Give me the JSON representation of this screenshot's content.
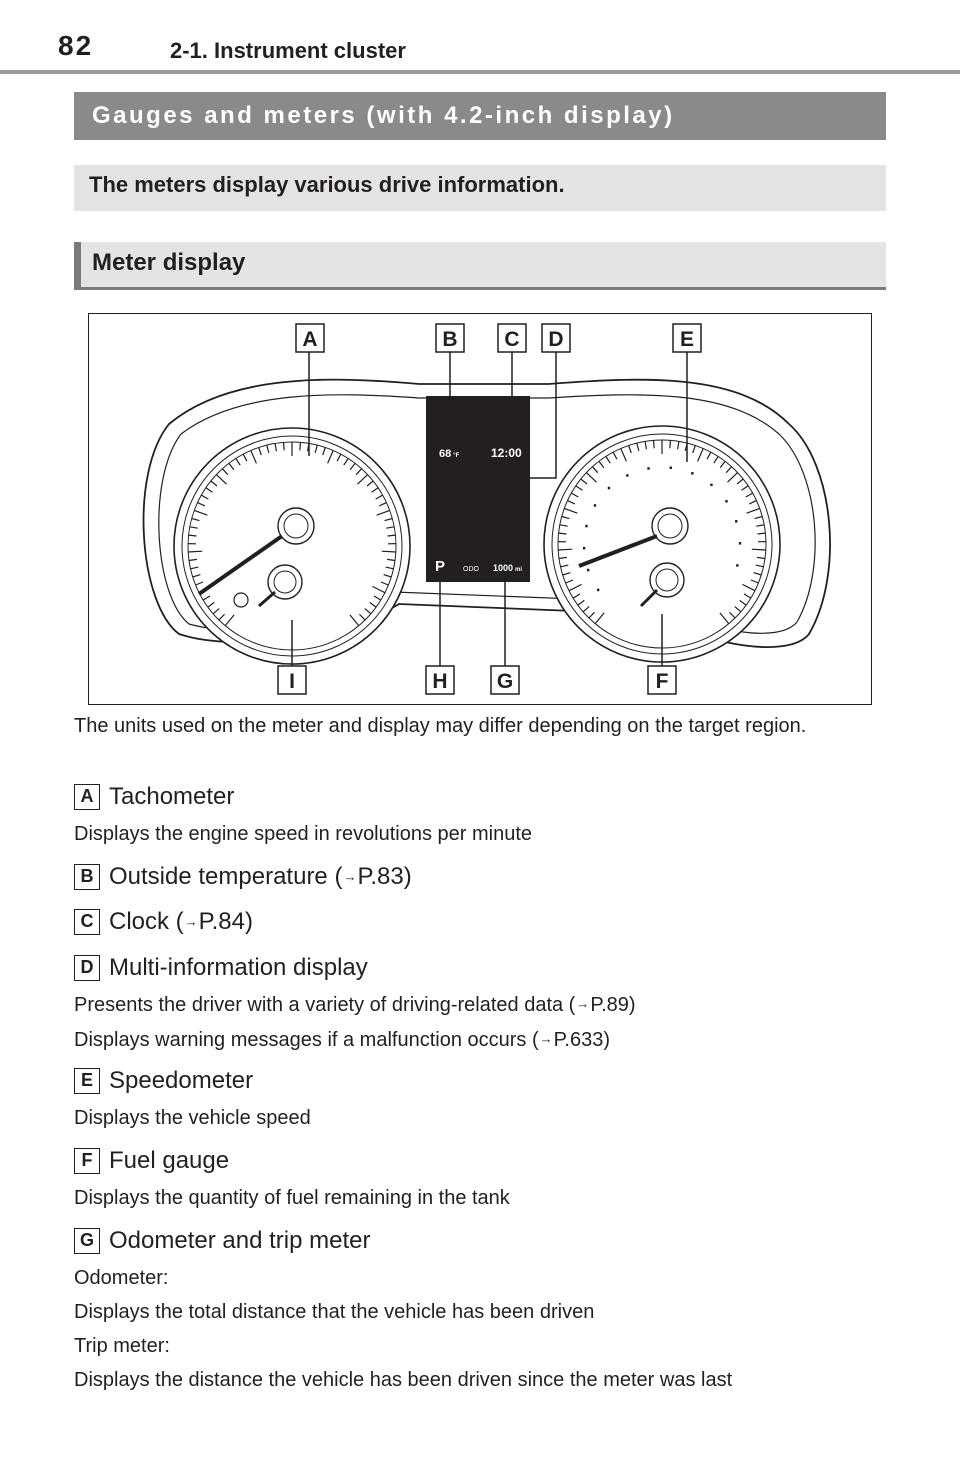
{
  "header": {
    "page_number": "82",
    "section": "2-1. Instrument cluster"
  },
  "title": "Gauges and meters (with 4.2-inch display)",
  "intro": "The meters display various drive information.",
  "subsection": "Meter display",
  "figure": {
    "callouts_top": [
      "A",
      "B",
      "C",
      "D",
      "E"
    ],
    "callouts_bottom": [
      "I",
      "H",
      "G",
      "F"
    ],
    "display": {
      "temperature": "68",
      "temperature_unit": "°F",
      "clock": "12:00",
      "gear": "P",
      "odo_label": "ODO",
      "odometer": "1000",
      "odometer_unit": "mi"
    }
  },
  "note": "The units used on the meter and display may differ depending on the target region.",
  "items": [
    {
      "letter": "A",
      "label": "Tachometer",
      "desc": [
        "Displays the engine speed in revolutions per minute"
      ]
    },
    {
      "letter": "B",
      "label": "Outside temperature (",
      "ref": "P.83",
      "close": ")"
    },
    {
      "letter": "C",
      "label": "Clock (",
      "ref": "P.84",
      "close": ")"
    },
    {
      "letter": "D",
      "label": "Multi-information display",
      "desc1": "Presents the driver with a variety of driving-related data (",
      "desc1_ref": "P.89",
      "desc1_close": ")",
      "desc2": "Displays warning messages if a malfunction occurs (",
      "desc2_ref": "P.633",
      "desc2_close": ")"
    },
    {
      "letter": "E",
      "label": "Speedometer",
      "desc": [
        "Displays the vehicle speed"
      ]
    },
    {
      "letter": "F",
      "label": "Fuel gauge",
      "desc": [
        "Displays the quantity of fuel remaining in the tank"
      ]
    },
    {
      "letter": "G",
      "label": "Odometer and trip meter",
      "desc": [
        "Odometer:",
        "Displays the total distance that the vehicle has been driven",
        "Trip meter:",
        "Displays the distance the vehicle has been driven since the meter was last"
      ]
    }
  ],
  "arrow_glyph": "→"
}
